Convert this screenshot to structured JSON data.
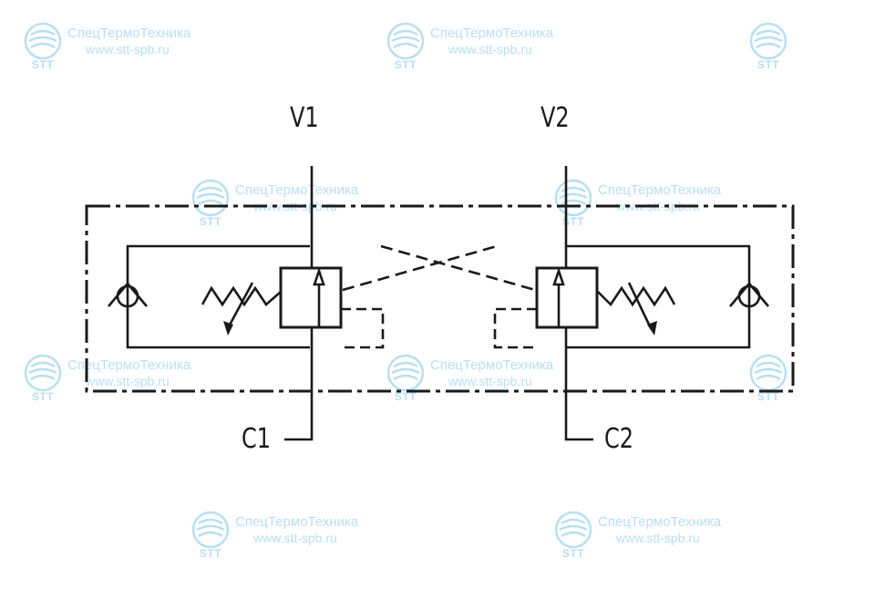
{
  "watermark": {
    "company": "СпецТермоТехника",
    "website": "www.stt-spb.ru",
    "logo_text": "STT",
    "color": "#b9dff0"
  },
  "ports": {
    "v1": "V1",
    "v2": "V2",
    "c1": "C1",
    "c2": "C2"
  },
  "colors": {
    "line": "#1a1a1a"
  }
}
